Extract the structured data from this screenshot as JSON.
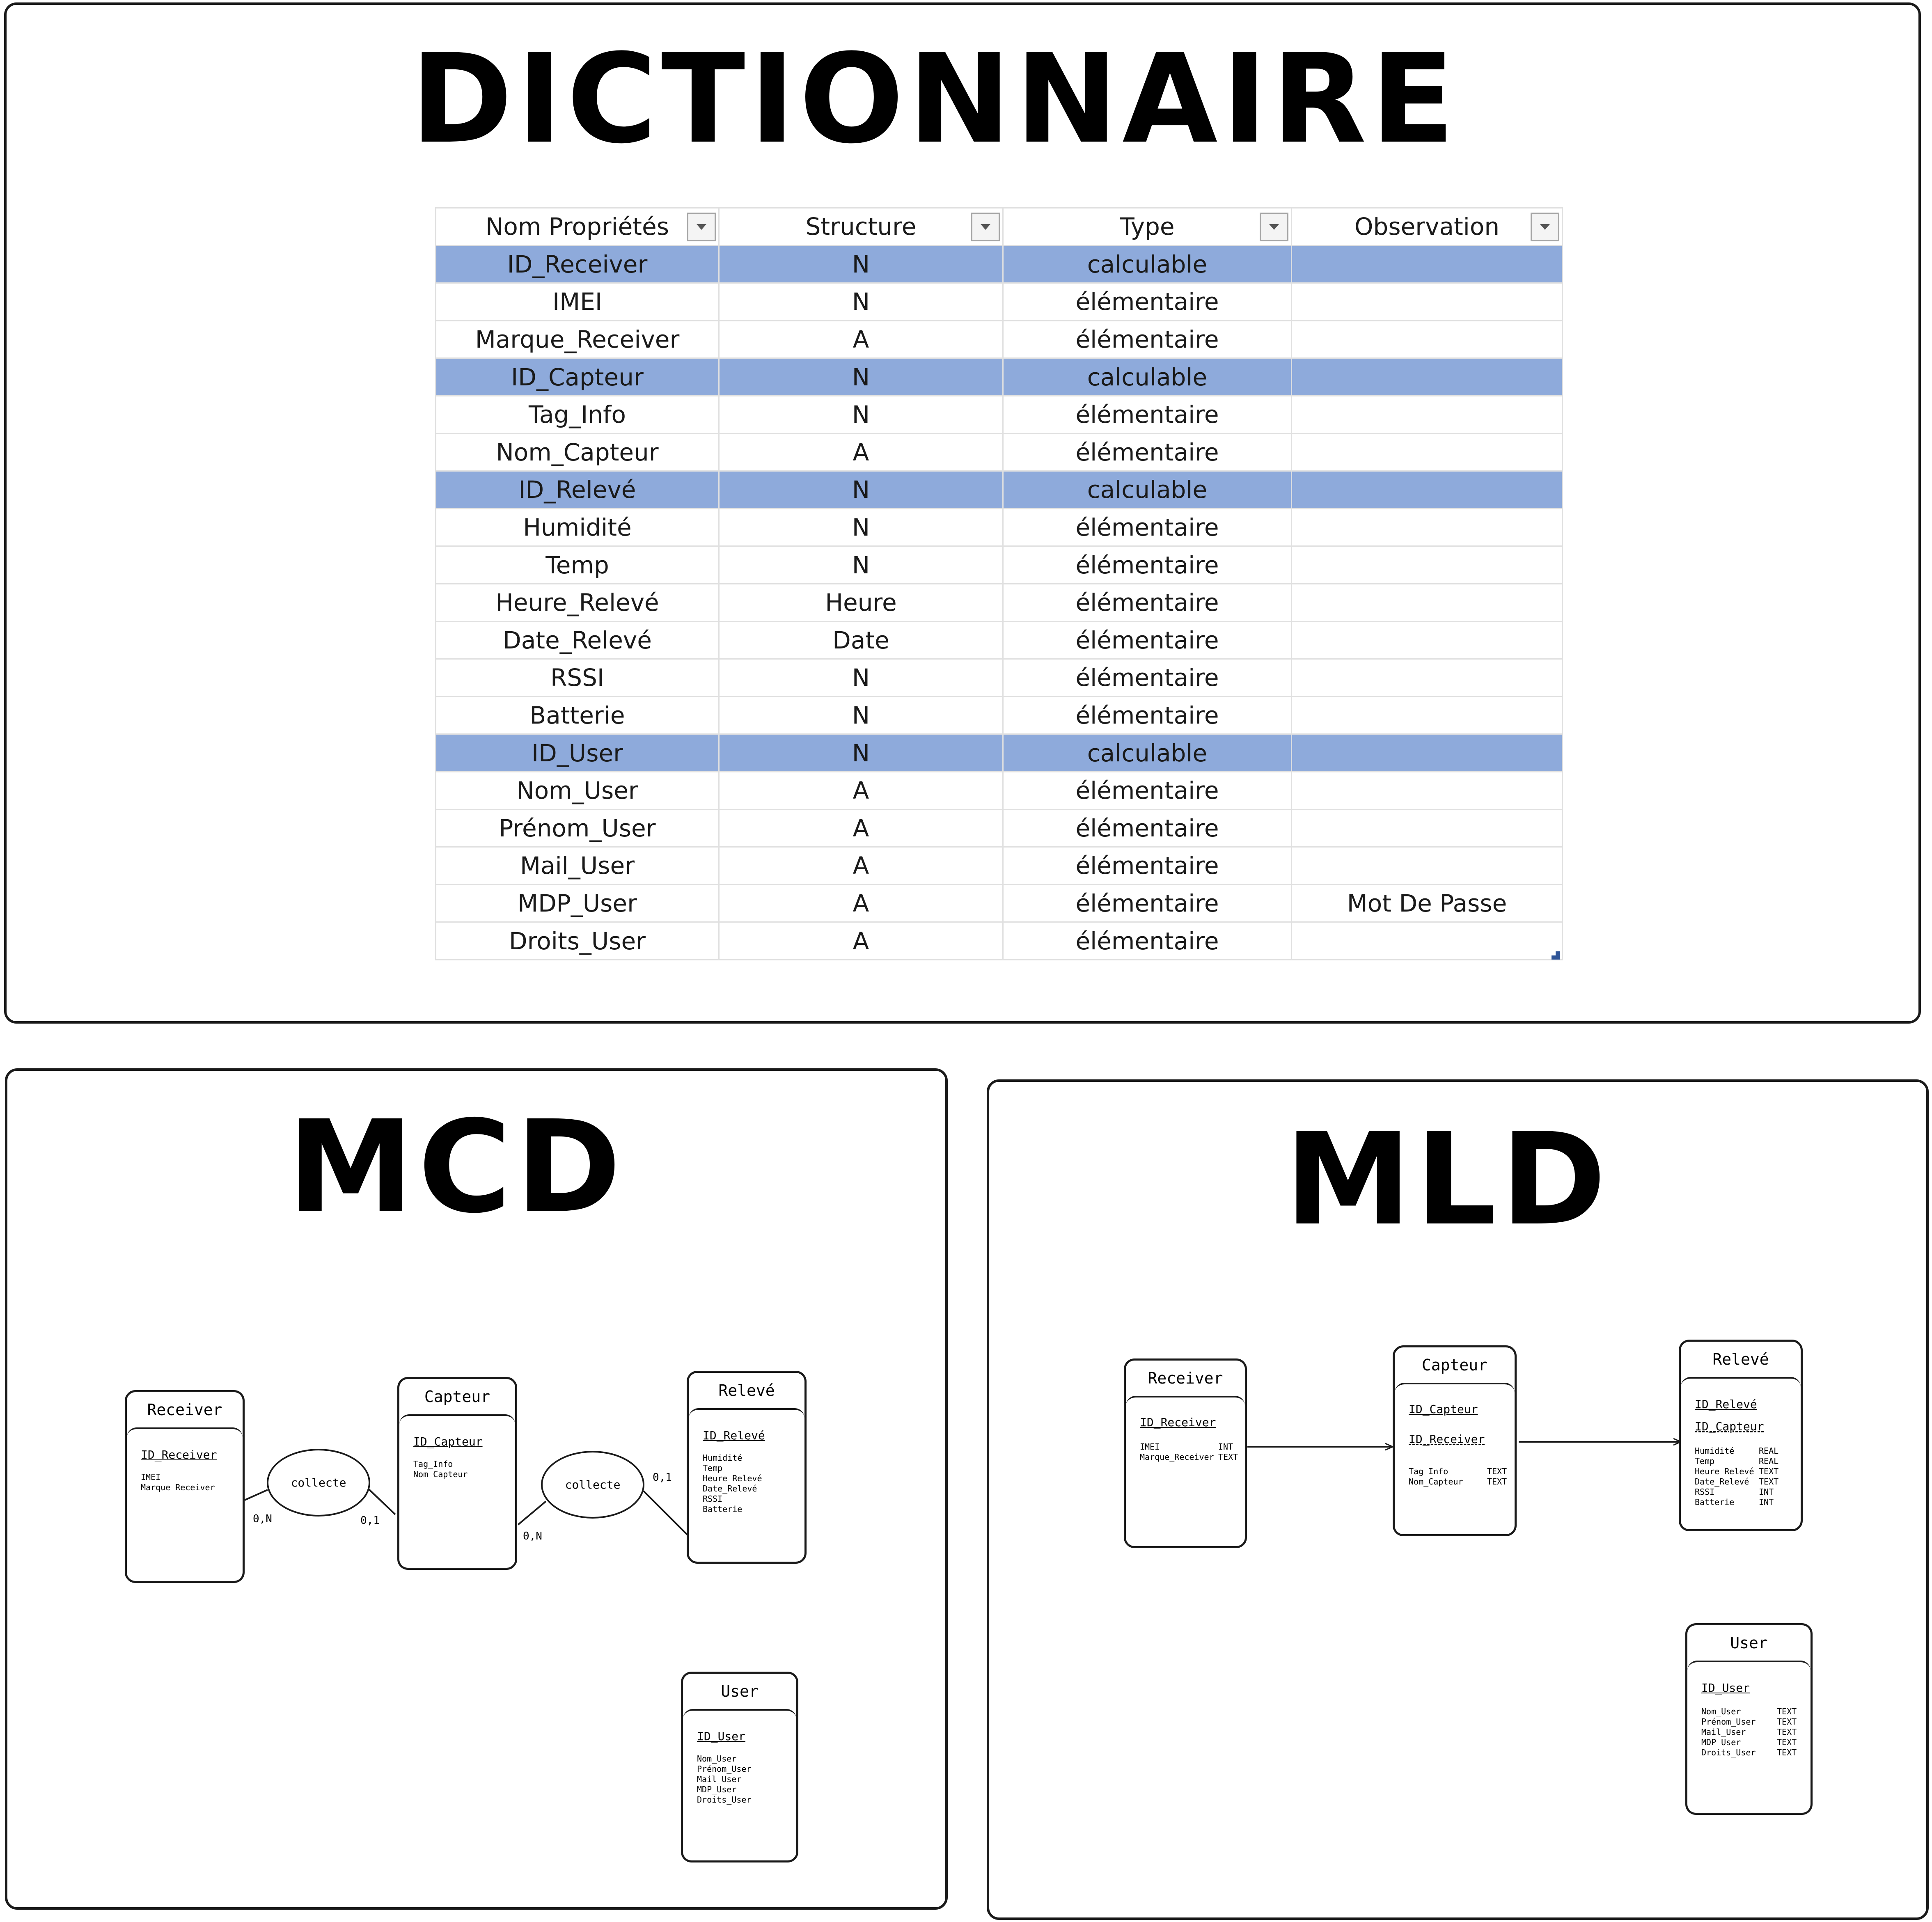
{
  "dictionary": {
    "title": "DICTIONNAIRE",
    "columns": [
      "Nom Propriétés",
      "Structure",
      "Type",
      "Observation"
    ],
    "rows": [
      {
        "name": "ID_Receiver",
        "structure": "N",
        "type": "calculable",
        "observation": "",
        "key": true
      },
      {
        "name": "IMEI",
        "structure": "N",
        "type": "élémentaire",
        "observation": "",
        "key": false
      },
      {
        "name": "Marque_Receiver",
        "structure": "A",
        "type": "élémentaire",
        "observation": "",
        "key": false
      },
      {
        "name": "ID_Capteur",
        "structure": "N",
        "type": "calculable",
        "observation": "",
        "key": true
      },
      {
        "name": "Tag_Info",
        "structure": "N",
        "type": "élémentaire",
        "observation": "",
        "key": false
      },
      {
        "name": "Nom_Capteur",
        "structure": "A",
        "type": "élémentaire",
        "observation": "",
        "key": false
      },
      {
        "name": "ID_Relevé",
        "structure": "N",
        "type": "calculable",
        "observation": "",
        "key": true
      },
      {
        "name": "Humidité",
        "structure": "N",
        "type": "élémentaire",
        "observation": "",
        "key": false
      },
      {
        "name": "Temp",
        "structure": "N",
        "type": "élémentaire",
        "observation": "",
        "key": false
      },
      {
        "name": "Heure_Relevé",
        "structure": "Heure",
        "type": "élémentaire",
        "observation": "",
        "key": false
      },
      {
        "name": "Date_Relevé",
        "structure": "Date",
        "type": "élémentaire",
        "observation": "",
        "key": false
      },
      {
        "name": "RSSI",
        "structure": "N",
        "type": "élémentaire",
        "observation": "",
        "key": false
      },
      {
        "name": "Batterie",
        "structure": "N",
        "type": "élémentaire",
        "observation": "",
        "key": false
      },
      {
        "name": "ID_User",
        "structure": "N",
        "type": "calculable",
        "observation": "",
        "key": true
      },
      {
        "name": "Nom_User",
        "structure": "A",
        "type": "élémentaire",
        "observation": "",
        "key": false
      },
      {
        "name": "Prénom_User",
        "structure": "A",
        "type": "élémentaire",
        "observation": "",
        "key": false
      },
      {
        "name": "Mail_User",
        "structure": "A",
        "type": "élémentaire",
        "observation": "",
        "key": false
      },
      {
        "name": "MDP_User",
        "structure": "A",
        "type": "élémentaire",
        "observation": "Mot De Passe",
        "key": false
      },
      {
        "name": "Droits_User",
        "structure": "A",
        "type": "élémentaire",
        "observation": "",
        "key": false
      }
    ],
    "key_row_color": "#8eaadb"
  },
  "mcd": {
    "title": "MCD",
    "entities": {
      "receiver": {
        "name": "Receiver",
        "pk": "ID_Receiver",
        "attrs": [
          "IMEI",
          "Marque_Receiver"
        ]
      },
      "capteur": {
        "name": "Capteur",
        "pk": "ID_Capteur",
        "attrs": [
          "Tag_Info",
          "Nom_Capteur"
        ]
      },
      "releve": {
        "name": "Relevé",
        "pk": "ID_Relevé",
        "attrs": [
          "Humidité",
          "Temp",
          "Heure_Relevé",
          "Date_Relevé",
          "RSSI",
          "Batterie"
        ]
      },
      "user": {
        "name": "User",
        "pk": "ID_User",
        "attrs": [
          "Nom_User",
          "Prénom_User",
          "Mail_User",
          "MDP_User",
          "Droits_User"
        ]
      }
    },
    "associations": {
      "a1": {
        "label": "collecte",
        "card_left": "0,N",
        "card_right": "0,1"
      },
      "a2": {
        "label": "collecte",
        "card_left": "0,N",
        "card_right": "0,1"
      }
    }
  },
  "mld": {
    "title": "MLD",
    "tables": {
      "receiver": {
        "name": "Receiver",
        "pk": "ID_Receiver",
        "attrs": [
          "IMEI",
          "Marque_Receiver"
        ],
        "types": [
          "INT",
          "TEXT"
        ]
      },
      "capteur": {
        "name": "Capteur",
        "pk": "ID_Capteur",
        "fk": "ID_Receiver",
        "attrs": [
          "Tag_Info",
          "Nom_Capteur"
        ],
        "types": [
          "TEXT",
          "TEXT"
        ]
      },
      "releve": {
        "name": "Relevé",
        "pk": "ID_Relevé",
        "fk": "ID_Capteur",
        "attrs": [
          "Humidité",
          "Temp",
          "Heure_Relevé",
          "Date_Relevé",
          "RSSI",
          "Batterie"
        ],
        "types": [
          "REAL",
          "REAL",
          "TEXT",
          "TEXT",
          "INT",
          "INT"
        ]
      },
      "user": {
        "name": "User",
        "pk": "ID_User",
        "attrs": [
          "Nom_User",
          "Prénom_User",
          "Mail_User",
          "MDP_User",
          "Droits_User"
        ],
        "types": [
          "TEXT",
          "TEXT",
          "TEXT",
          "TEXT",
          "TEXT"
        ]
      }
    }
  }
}
